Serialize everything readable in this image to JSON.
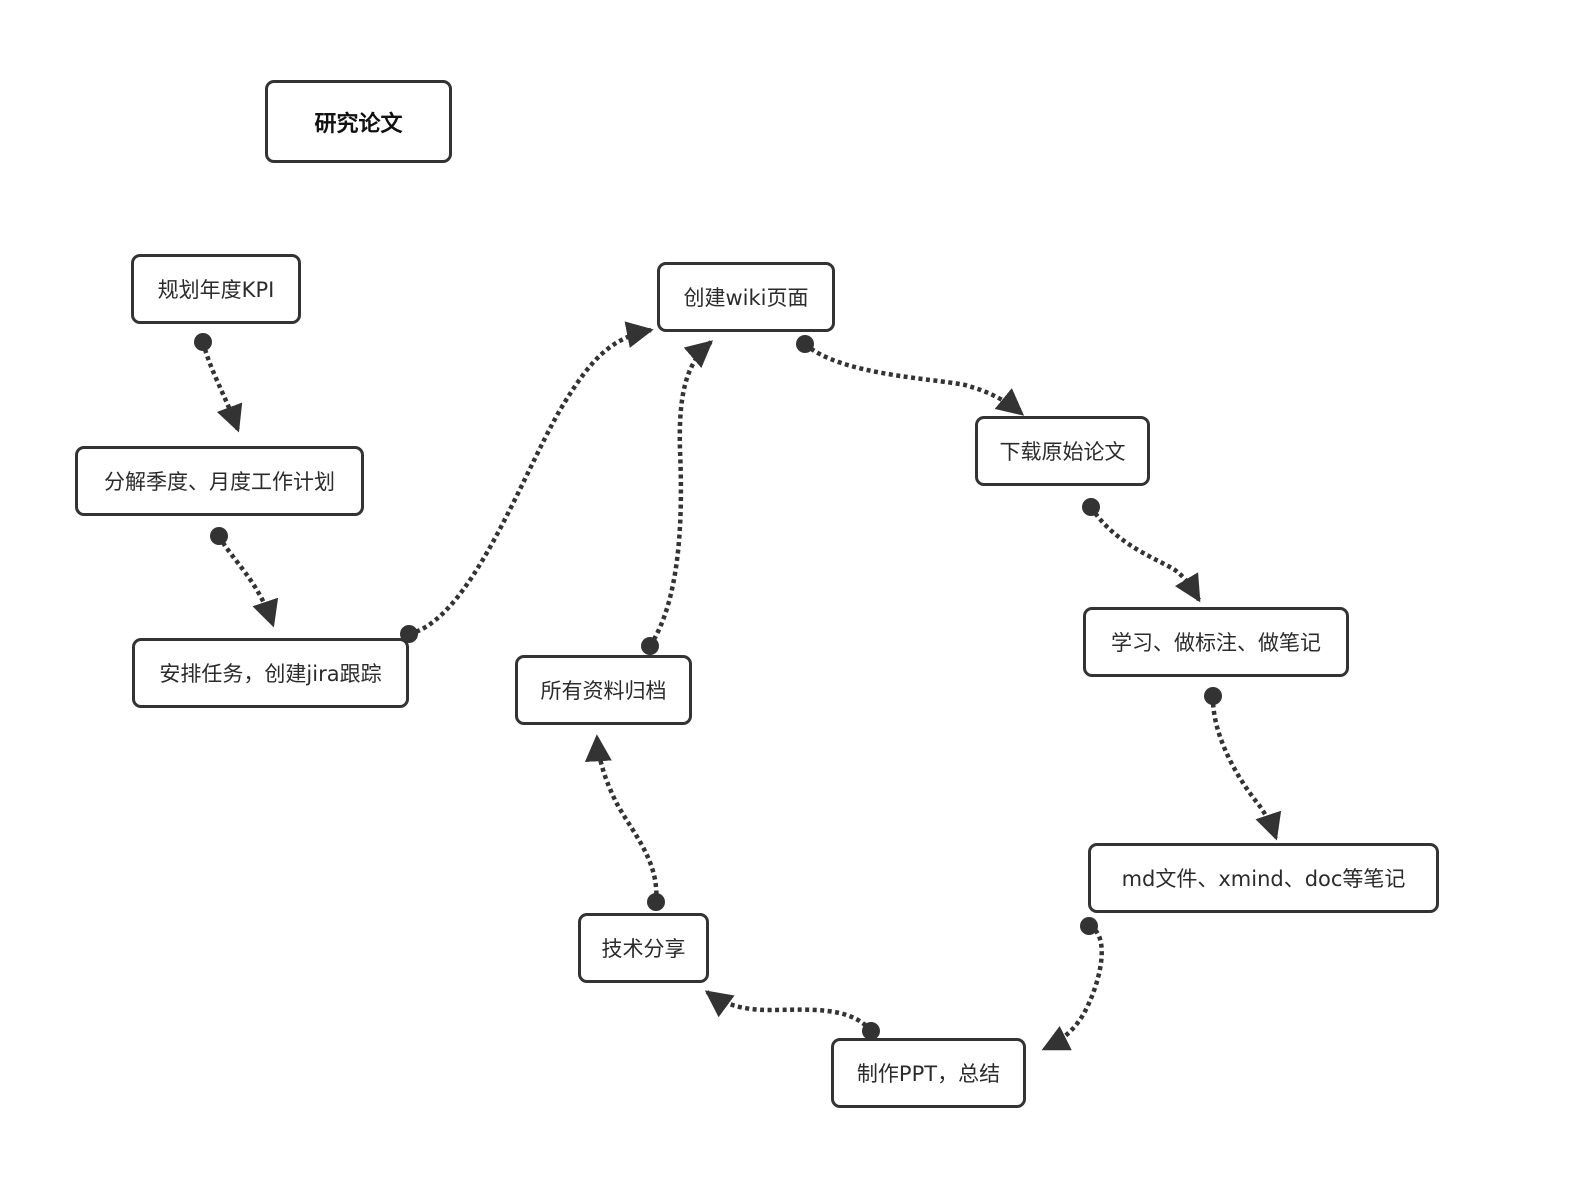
{
  "diagram": {
    "title": "研究论文",
    "nodes": [
      {
        "id": "plan_kpi",
        "label": "规划年度KPI"
      },
      {
        "id": "decompose",
        "label": "分解季度、月度工作计划"
      },
      {
        "id": "assign",
        "label": "安排任务，创建jira跟踪"
      },
      {
        "id": "wiki",
        "label": "创建wiki页面"
      },
      {
        "id": "download",
        "label": "下载原始论文"
      },
      {
        "id": "study",
        "label": "学习、做标注、做笔记"
      },
      {
        "id": "notes",
        "label": "md文件、xmind、doc等笔记"
      },
      {
        "id": "ppt",
        "label": "制作PPT，总结"
      },
      {
        "id": "share",
        "label": "技术分享"
      },
      {
        "id": "archive",
        "label": "所有资料归档"
      }
    ],
    "edges": [
      {
        "from": "plan_kpi",
        "to": "decompose"
      },
      {
        "from": "decompose",
        "to": "assign"
      },
      {
        "from": "assign",
        "to": "wiki"
      },
      {
        "from": "wiki",
        "to": "download"
      },
      {
        "from": "download",
        "to": "study"
      },
      {
        "from": "study",
        "to": "notes"
      },
      {
        "from": "notes",
        "to": "ppt"
      },
      {
        "from": "ppt",
        "to": "share"
      },
      {
        "from": "share",
        "to": "archive"
      },
      {
        "from": "archive",
        "to": "wiki"
      }
    ],
    "colors": {
      "stroke": "#333333",
      "text": "#2b2b2b",
      "background": "#ffffff"
    }
  }
}
